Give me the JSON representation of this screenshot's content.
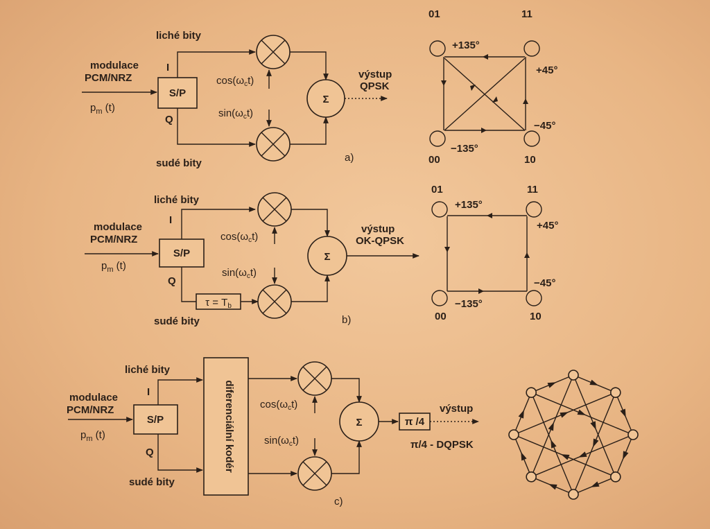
{
  "a": {
    "odd_bits": "liché bity",
    "even_bits": "sudé bity",
    "input1": "modulace",
    "input2": "PCM/NRZ",
    "signal": "p",
    "signal_sub": "m",
    "signal_arg": " (t)",
    "sp": "S/P",
    "i": "I",
    "q": "Q",
    "cos": "cos(ω",
    "cos_sub": "c",
    "cos_end": "t)",
    "sin": "sin(ω",
    "sin_sub": "c",
    "sin_end": "t)",
    "sum": "Σ",
    "out1": "výstup",
    "out2": "QPSK",
    "label": "a)",
    "c01": "01",
    "c11": "11",
    "c00": "00",
    "c10": "10",
    "p135": "+135°",
    "p45": "+45°",
    "m45": "−45°",
    "m135": "−135°"
  },
  "b": {
    "odd_bits": "liché bity",
    "even_bits": "sudé bity",
    "input1": "modulace",
    "input2": "PCM/NRZ",
    "signal": "p",
    "signal_sub": "m",
    "signal_arg": " (t)",
    "sp": "S/P",
    "i": "I",
    "q": "Q",
    "delay": "τ = T",
    "delay_sub": "b",
    "cos": "cos(ω",
    "cos_sub": "c",
    "cos_end": "t)",
    "sin": "sin(ω",
    "sin_sub": "c",
    "sin_end": "t)",
    "sum": "Σ",
    "out1": "výstup",
    "out2": "OK-QPSK",
    "label": "b)",
    "c01": "01",
    "c11": "11",
    "c00": "00",
    "c10": "10",
    "p135": "+135°",
    "p45": "+45°",
    "m45": "−45°",
    "m135": "−135°"
  },
  "c": {
    "odd_bits": "liché bity",
    "even_bits": "sudé bity",
    "input1": "modulace",
    "input2": "PCM/NRZ",
    "signal": "p",
    "signal_sub": "m",
    "signal_arg": " (t)",
    "sp": "S/P",
    "i": "I",
    "q": "Q",
    "coder": "diferenciální kodér",
    "cos": "cos(ω",
    "cos_sub": "c",
    "cos_end": "t)",
    "sin": "sin(ω",
    "sin_sub": "c",
    "sin_end": "t)",
    "sum": "Σ",
    "phase": "π /4",
    "out1": "výstup",
    "out2": "π/4 - DQPSK",
    "label": "c)"
  }
}
